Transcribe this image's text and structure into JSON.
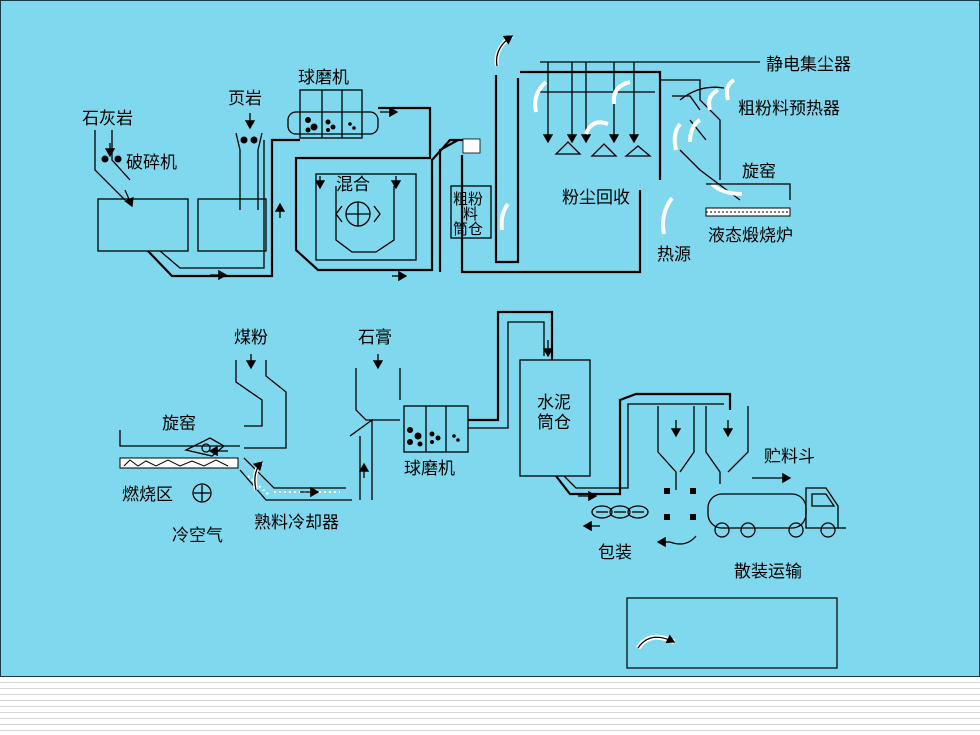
{
  "background_color": "#7fd8ed",
  "labels": {
    "limestone": "石灰岩",
    "crusher": "破碎机",
    "shale": "页岩",
    "ball_mill_top": "球磨机",
    "mixing": "混合",
    "raw_meal_silo_1": "粗粉",
    "raw_meal_silo_2": "料",
    "raw_meal_silo_3": "筒仓",
    "dust_recovery": "粉尘回收",
    "electrostatic_precipitator": "静电集尘器",
    "raw_meal_preheater": "粗粉料预热器",
    "rotary_kiln_top": "旋窑",
    "fluid_calciner": "液态煅烧炉",
    "heat_source": "热源",
    "coal_powder": "煤粉",
    "gypsum": "石膏",
    "rotary_kiln_bottom": "旋窑",
    "burning_zone": "燃烧区",
    "cold_air": "冷空气",
    "clinker_cooler": "熟料冷却器",
    "ball_mill_bottom": "球磨机",
    "cement_silo_1": "水泥",
    "cement_silo_2": "筒仓",
    "storage_hopper": "贮料斗",
    "packaging": "包装",
    "bulk_transport": "散装运输"
  }
}
